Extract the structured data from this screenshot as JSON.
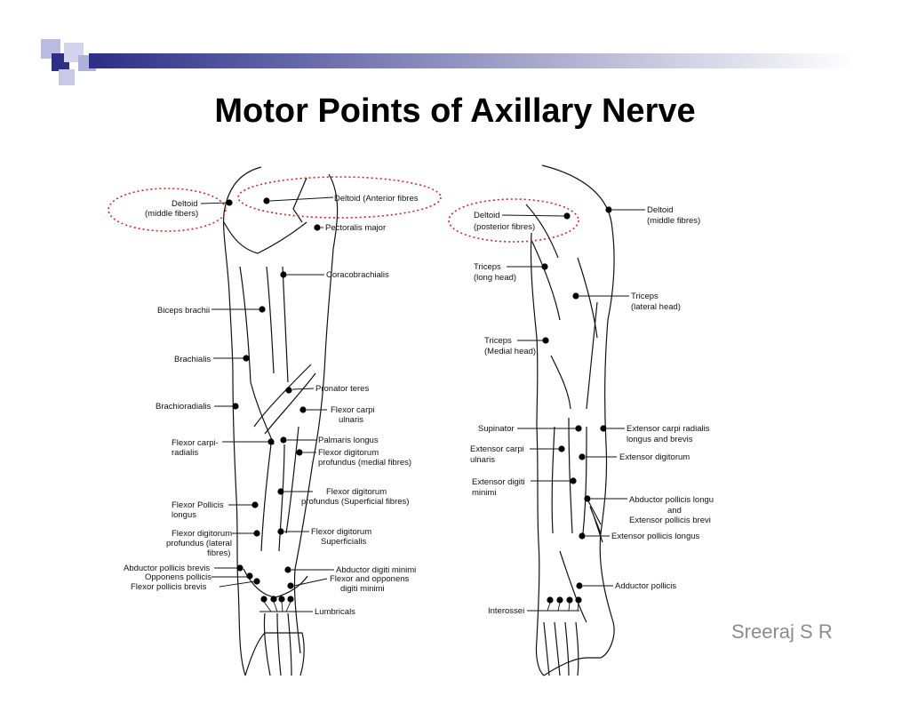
{
  "slide": {
    "title": "Motor Points of Axillary Nerve",
    "author": "Sreeraj S R"
  },
  "colors": {
    "bar": "#2b2f86",
    "square_dark": "#2b2f86",
    "square_light": "#b9bbe0",
    "highlight_oval": "#d22222",
    "author_text": "#8c8c8c"
  },
  "front_view": {
    "deltoid_middle": [
      "Deltoid",
      "(middle fibers)"
    ],
    "deltoid_anterior": "Deltoid (Anterior fibres",
    "pectoralis": "Pectoralis major",
    "coracobrachialis": "Coracobrachialis",
    "biceps": "Biceps brachii",
    "brachialis": "Brachialis",
    "pronator": "Pronator teres",
    "brachioradialis": "Brachioradialis",
    "fcu": [
      "Flexor carpi",
      "ulnaris"
    ],
    "fcr": [
      "Flexor carpi-",
      "radialis"
    ],
    "palmaris": "Palmaris longus",
    "fdp_medial": [
      "Flexor digitorum",
      "profundus (medial fibres)"
    ],
    "fdp_superficial": [
      "Flexor digitorum",
      "profundus (Superficial fibres)"
    ],
    "fpl": [
      "Flexor Pollicis",
      "longus"
    ],
    "fdp_lateral": [
      "Flexor digitorum",
      "profundus (lateral",
      "fibres)"
    ],
    "fds": [
      "Flexor digitorum",
      "Superficialis"
    ],
    "apb": "Abductor pollicis brevis",
    "op": "Opponens pollicis",
    "fpb": "Flexor pollicis brevis",
    "adm": "Abductor digiti minimi",
    "fodm": [
      "Flexor and opponens",
      "digiti minimi"
    ],
    "lumbricals": "Lumbricals"
  },
  "back_view": {
    "deltoid_posterior": [
      "Deltoid",
      "(posterior fibres)"
    ],
    "deltoid_middle": [
      "Deltoid",
      "(middle fibres)"
    ],
    "triceps_long": [
      "Triceps",
      "(long head)"
    ],
    "triceps_lateral": [
      "Triceps",
      "(lateral head)"
    ],
    "triceps_medial": [
      "Triceps",
      "(Medial head)"
    ],
    "supinator": "Supinator",
    "ecrl": [
      "Extensor carpi radialis",
      "longus and brevis"
    ],
    "ecu": [
      "Extensor carpi",
      "ulnaris"
    ],
    "ed": "Extensor digitorum",
    "edm": [
      "Extensor digiti",
      "minimi"
    ],
    "apl": [
      "Abductor pollicis longu",
      "and",
      "Extensor pollicis brevi"
    ],
    "epl": "Extensor pollicis longus",
    "adductor": "Adductor pollicis",
    "interossei": "Interossei"
  }
}
